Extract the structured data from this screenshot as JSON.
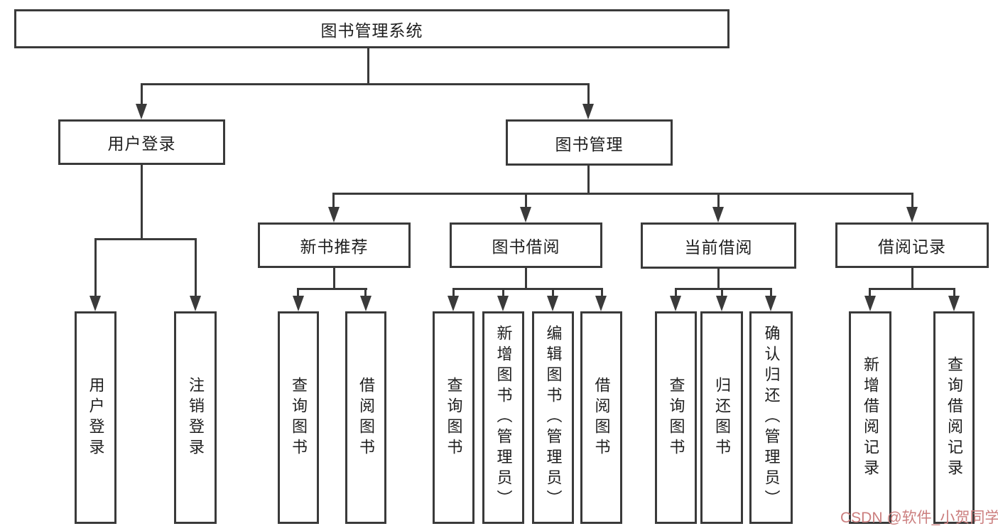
{
  "title": "图书管理系统",
  "watermark": "CSDN @软件_小贺同学",
  "colors": {
    "line": "#3a3a3a",
    "text": "#1f1f1f",
    "watermark": "#cb7e7e",
    "background": "#ffffff"
  },
  "tree": {
    "root": {
      "label": "图书管理系统"
    },
    "branches": [
      {
        "label": "用户登录",
        "leaves": [
          "用户登录",
          "注销登录"
        ]
      },
      {
        "label": "图书管理",
        "children": [
          {
            "label": "新书推荐",
            "leaves": [
              "查询图书",
              "借阅图书"
            ]
          },
          {
            "label": "图书借阅",
            "leaves": [
              "查询图书",
              "新增图书（管理员）",
              "编辑图书（管理员）",
              "借阅图书"
            ]
          },
          {
            "label": "当前借阅",
            "leaves": [
              "查询图书",
              "归还图书",
              "确认归还（管理员）"
            ]
          },
          {
            "label": "借阅记录",
            "leaves": [
              "新增借阅记录",
              "查询借阅记录"
            ]
          }
        ]
      }
    ]
  }
}
